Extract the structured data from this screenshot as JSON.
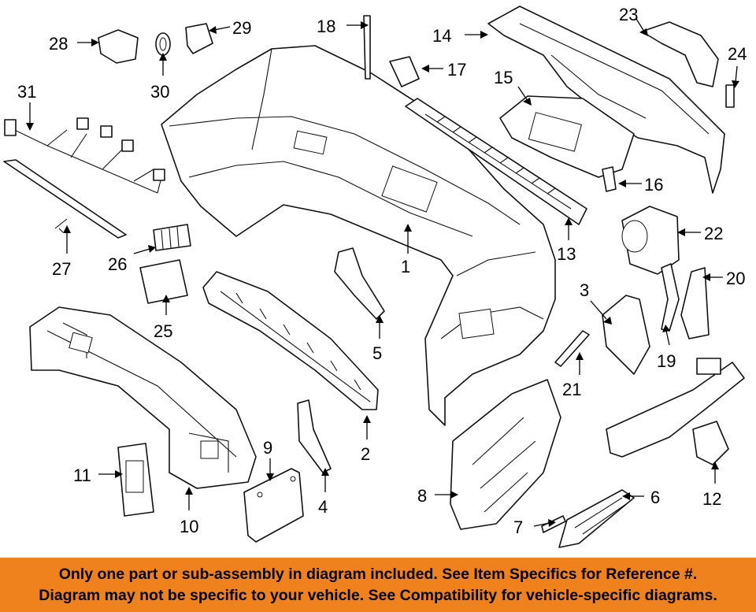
{
  "callouts": [
    "1",
    "2",
    "3",
    "4",
    "5",
    "6",
    "7",
    "8",
    "9",
    "10",
    "11",
    "12",
    "13",
    "14",
    "15",
    "16",
    "17",
    "18",
    "19",
    "20",
    "21",
    "22",
    "23",
    "24",
    "25",
    "26",
    "27",
    "28",
    "29",
    "30",
    "31"
  ],
  "banner": {
    "line1": "Only one part or sub-assembly in diagram included. See Item Specifics for Reference #.",
    "line2": "Diagram may not be specific to your vehicle. See Compatibility for vehicle-specific diagrams.",
    "color": "#f0821e"
  }
}
